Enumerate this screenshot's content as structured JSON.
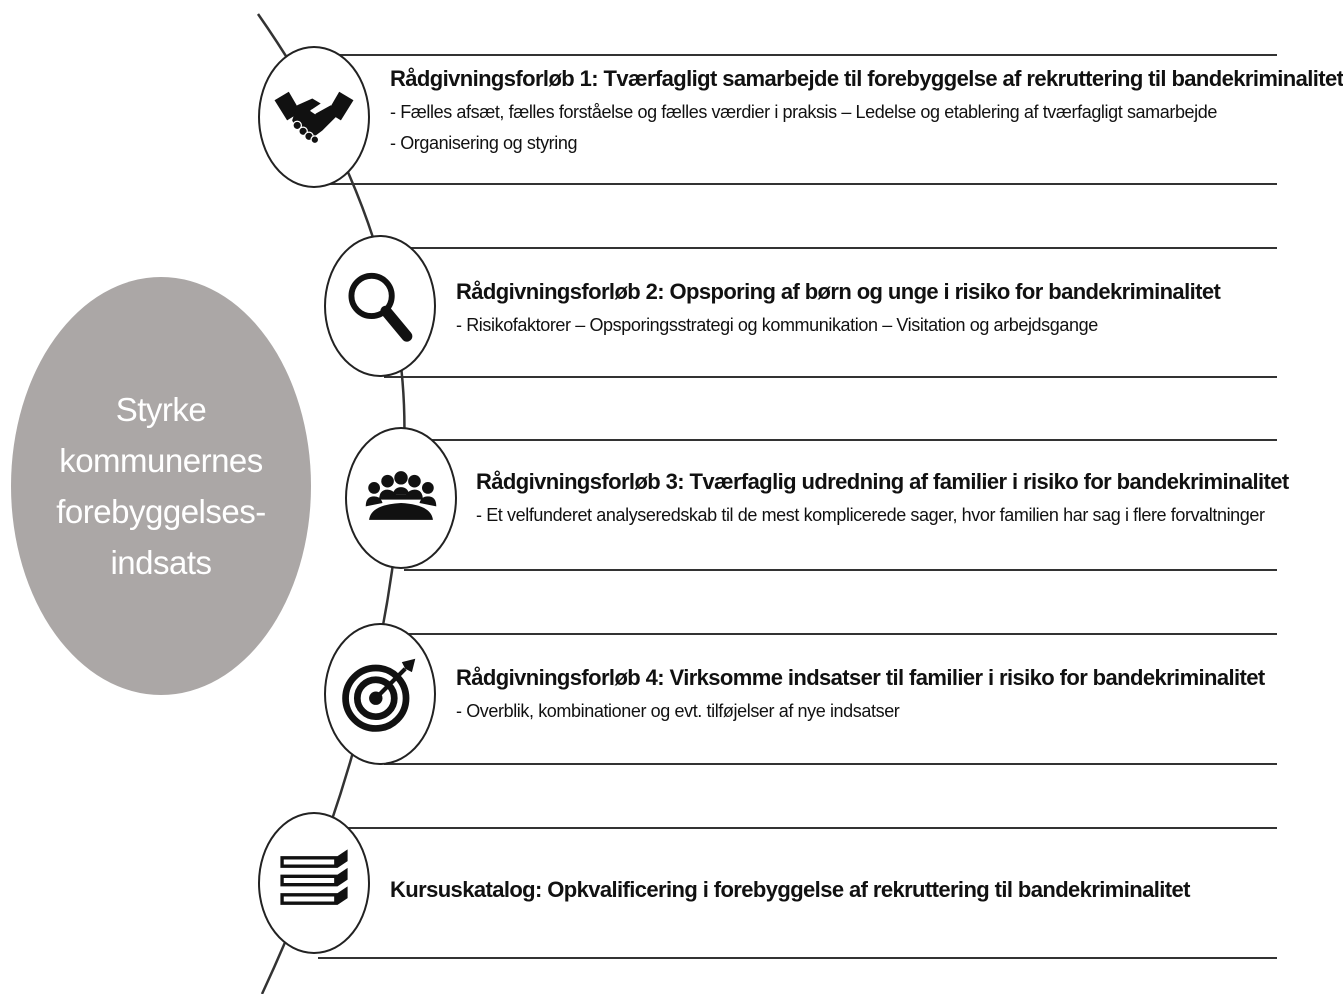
{
  "hub": {
    "lines": [
      "Styrke",
      "kommunernes",
      "forebyggelses-",
      "indsats"
    ],
    "color": "#aba7a6"
  },
  "items": [
    {
      "icon": "handshake-icon",
      "title": "Rådgivningsforløb 1: Tværfagligt samarbejde til forebyggelse af rekruttering til bandekriminalitet",
      "lines": [
        "- Fælles afsæt, fælles forståelse og fælles værdier i praksis – Ledelse og etablering af tværfagligt samarbejde",
        "- Organisering og styring"
      ]
    },
    {
      "icon": "magnifier-icon",
      "title": "Rådgivningsforløb 2: Opsporing af børn og unge i risiko for bandekriminalitet",
      "lines": [
        "- Risikofaktorer – Opsporingsstrategi og kommunikation – Visitation og arbejdsgange"
      ]
    },
    {
      "icon": "people-meeting-icon",
      "title": "Rådgivningsforløb 3: Tværfaglig udredning af familier i risiko for bandekriminalitet",
      "lines": [
        "- Et velfunderet analyseredskab til de mest komplicerede sager, hvor familien har sag i flere forvaltninger"
      ]
    },
    {
      "icon": "target-icon",
      "title": "Rådgivningsforløb 4: Virksomme indsatser til familier i risiko for bandekriminalitet",
      "lines": [
        "- Overblik, kombinationer og evt. tilføjelser af nye indsatser"
      ]
    },
    {
      "icon": "books-icon",
      "title": "Kursuskatalog: Opkvalificering i forebyggelse af rekruttering til bandekriminalitet",
      "lines": []
    }
  ]
}
